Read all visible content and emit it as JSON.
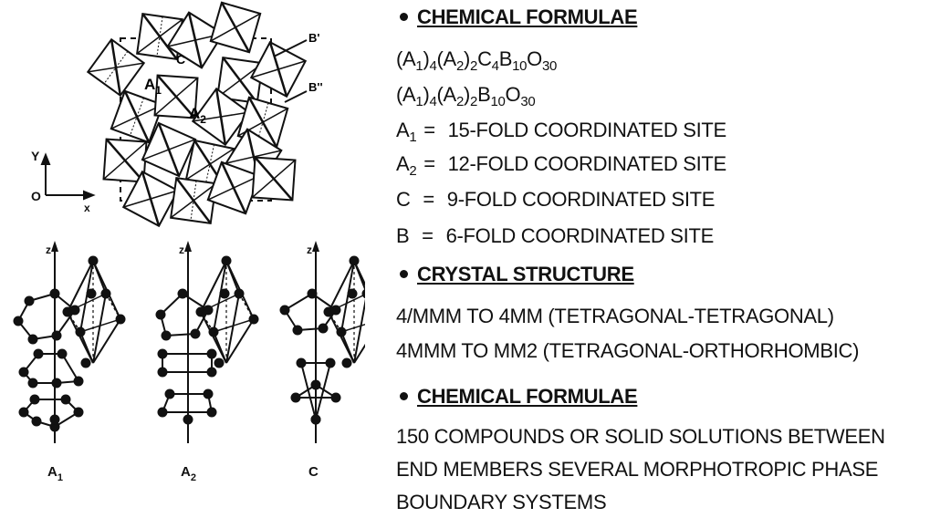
{
  "figure": {
    "plan_labels": {
      "c": "C",
      "a1_base": "A",
      "a1_sub": "1",
      "a2_base": "A",
      "a2_sub": "2",
      "b_prime": "B'",
      "b_dprime": "B''"
    },
    "axes": {
      "y": "Y",
      "origin": "O",
      "x": "x"
    },
    "column_z_label": "z",
    "columns": [
      {
        "base": "A",
        "sub": "1"
      },
      {
        "base": "A",
        "sub": "2"
      },
      {
        "base": "C",
        "sub": ""
      }
    ]
  },
  "panel": {
    "section1": {
      "heading": "CHEMICAL FORMULAE",
      "formula1": [
        "(A",
        "1",
        ")",
        "4",
        "(A",
        "2",
        ")",
        "2",
        "C",
        "4",
        "B",
        "10",
        "O",
        "30"
      ],
      "formula2": [
        "(A",
        "1",
        ")",
        "4",
        "(A",
        "2",
        ")",
        "2",
        "B",
        "10",
        "O",
        "30"
      ],
      "sites": [
        {
          "sym": "A",
          "sub": "1",
          "eq": "=",
          "text": "15-FOLD COORDINATED SITE"
        },
        {
          "sym": "A",
          "sub": "2",
          "eq": "=",
          "text": "12-FOLD COORDINATED SITE"
        },
        {
          "sym": "C",
          "sub": "",
          "eq": "=",
          "text": "9-FOLD COORDINATED SITE"
        },
        {
          "sym": "B",
          "sub": "",
          "eq": "=",
          "text": "6-FOLD COORDINATED SITE"
        }
      ]
    },
    "section2": {
      "heading": "CRYSTAL STRUCTURE",
      "lines": [
        "4/MMM TO 4MM (TETRAGONAL-TETRAGONAL)",
        "4MMM TO MM2 (TETRAGONAL-ORTHORHOMBIC)"
      ]
    },
    "section3": {
      "heading": "CHEMICAL FORMULAE",
      "lines": [
        "150 COMPOUNDS OR SOLID SOLUTIONS BETWEEN",
        "END MEMBERS SEVERAL MORPHOTROPIC PHASE",
        "BOUNDARY SYSTEMS"
      ]
    }
  }
}
